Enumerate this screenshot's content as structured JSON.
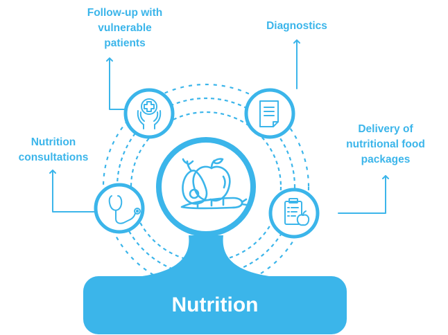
{
  "colors": {
    "accent": "#3bb5ea",
    "background": "#ffffff",
    "title_text": "#ffffff"
  },
  "center": {
    "title": "Nutrition",
    "icon": "fruit-vegetables-icon"
  },
  "nodes": [
    {
      "id": "follow-up",
      "label": "Follow-up with\nvulnerable\npatients",
      "icon": "hands-medical-cross-icon"
    },
    {
      "id": "diagnostics",
      "label": "Diagnostics",
      "icon": "document-icon"
    },
    {
      "id": "consultations",
      "label": "Nutrition\nconsultations",
      "icon": "stethoscope-icon"
    },
    {
      "id": "delivery",
      "label": "Delivery of\nnutritional food\npackages",
      "icon": "clipboard-apple-icon"
    }
  ]
}
